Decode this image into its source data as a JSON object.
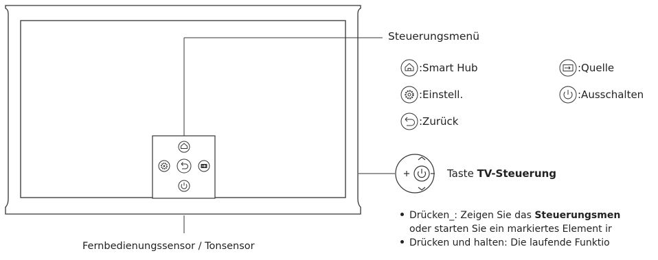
{
  "labels": {
    "control_menu": "Steuerungsmenü",
    "smart_hub": ":Smart Hub",
    "source": ":Quelle",
    "settings": ":Einstell.",
    "power_off": ":Ausschalten",
    "back": ":Zurück",
    "tv_button_prefix": "Taste ",
    "tv_button_bold": "TV-Steuerung",
    "sensor": "Fernbedienungssensor / Tonsensor"
  },
  "bullets": [
    {
      "prefix": "Drücken_: Zeigen Sie das ",
      "bold": "Steuerungsmen",
      "suffix": ""
    },
    {
      "prefix": "oder starten Sie ein markiertes Element ir",
      "bold": "",
      "suffix": ""
    },
    {
      "prefix": "Drücken und halten: Die laufende Funktio",
      "bold": "",
      "suffix": ""
    }
  ],
  "icons": [
    "home-icon",
    "source-icon",
    "settings-icon",
    "power-icon",
    "back-icon",
    "joystick-icon"
  ]
}
